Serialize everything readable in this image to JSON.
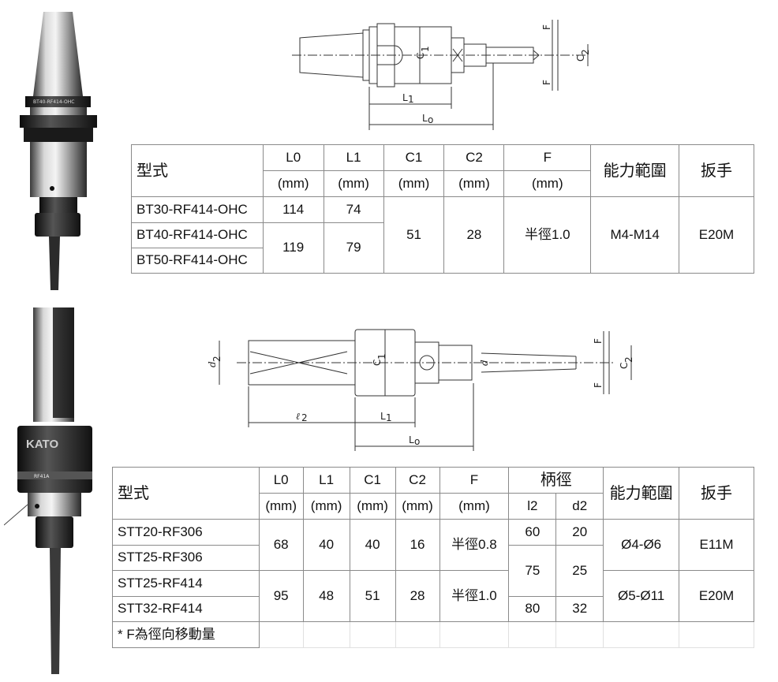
{
  "photos": {
    "top_marking": "BT40-RF414-OHC",
    "bottom_brand": "KATO",
    "bottom_marking": "RF41A"
  },
  "drawing1": {
    "labels": {
      "F": "F",
      "C1": "C",
      "C1_sub": "1",
      "C2": "C",
      "C2_sub": "2",
      "L1": "L",
      "L1_sub": "1",
      "L0": "L",
      "L0_sub": "o"
    }
  },
  "drawing2": {
    "labels": {
      "d2": "d",
      "d2_sub": "2",
      "C1": "C",
      "C1_sub": "1",
      "C2": "C",
      "C2_sub": "2",
      "F": "F",
      "d": "d",
      "l2": "ℓ",
      "l2_sub": "2",
      "L1": "L",
      "L1_sub": "1",
      "L0": "L",
      "L0_sub": "o"
    }
  },
  "table1": {
    "headers": {
      "model": "型式",
      "L0": "L0",
      "L1": "L1",
      "C1": "C1",
      "C2": "C2",
      "F": "F",
      "unit": "(mm)",
      "capacity": "能力範圍",
      "wrench": "扳手"
    },
    "rows": [
      {
        "model": "BT30-RF414-OHC",
        "L0": "114",
        "L1": "74"
      },
      {
        "model": "BT40-RF414-OHC"
      },
      {
        "model": "BT50-RF414-OHC"
      }
    ],
    "merged": {
      "L0": "119",
      "L1": "79",
      "C1": "51",
      "C2": "28",
      "F": "半徑1.0",
      "capacity": "M4-M14",
      "wrench": "E20M"
    }
  },
  "table2": {
    "headers": {
      "model": "型式",
      "L0": "L0",
      "L1": "L1",
      "C1": "C1",
      "C2": "C2",
      "F": "F",
      "unit": "(mm)",
      "shank": "柄徑",
      "l2": "l2",
      "d2": "d2",
      "capacity": "能力範圍",
      "wrench": "扳手"
    },
    "rows": [
      {
        "model": "STT20-RF306"
      },
      {
        "model": "STT25-RF306"
      },
      {
        "model": "STT25-RF414"
      },
      {
        "model": "STT32-RF414"
      }
    ],
    "groupA": {
      "L0": "68",
      "L1": "40",
      "C1": "40",
      "C2": "16",
      "F": "半徑0.8",
      "capacity": "Ø4-Ø6",
      "wrench": "E11M"
    },
    "groupB": {
      "L0": "95",
      "L1": "48",
      "C1": "51",
      "C2": "28",
      "F": "半徑1.0",
      "capacity": "Ø5-Ø11",
      "wrench": "E20M"
    },
    "shank": [
      {
        "l2": "60",
        "d2": "20"
      },
      {
        "l2": "75",
        "d2": "25"
      },
      {
        "l2": "80",
        "d2": "32"
      }
    ],
    "note": "* F為徑向移動量"
  }
}
